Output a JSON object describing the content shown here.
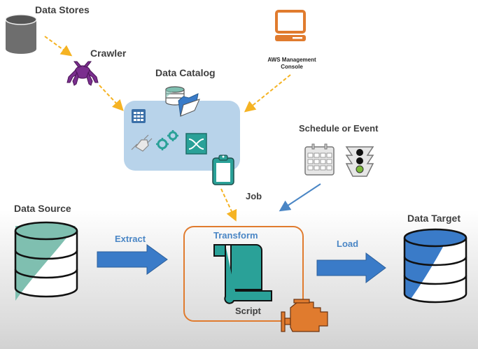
{
  "labels": {
    "data_stores": "Data Stores",
    "crawler": "Crawler",
    "data_catalog": "Data Catalog",
    "aws_console_line1": "AWS Management",
    "aws_console_line2": "Console",
    "schedule_or_event": "Schedule or Event",
    "job": "Job",
    "data_source": "Data Source",
    "extract": "Extract",
    "transform": "Transform",
    "script": "Script",
    "load": "Load",
    "data_target": "Data Target"
  },
  "colors": {
    "dashed_arrow": "#f5b323",
    "solid_arrow": "#4a86c5",
    "catalog_bg": "#b8d3ea",
    "teal": "#2aa198",
    "orange": "#e07b2e",
    "purple": "#7a2e8e",
    "blue_db": "#3a7bc8",
    "teal_db": "#7fbfb0"
  }
}
